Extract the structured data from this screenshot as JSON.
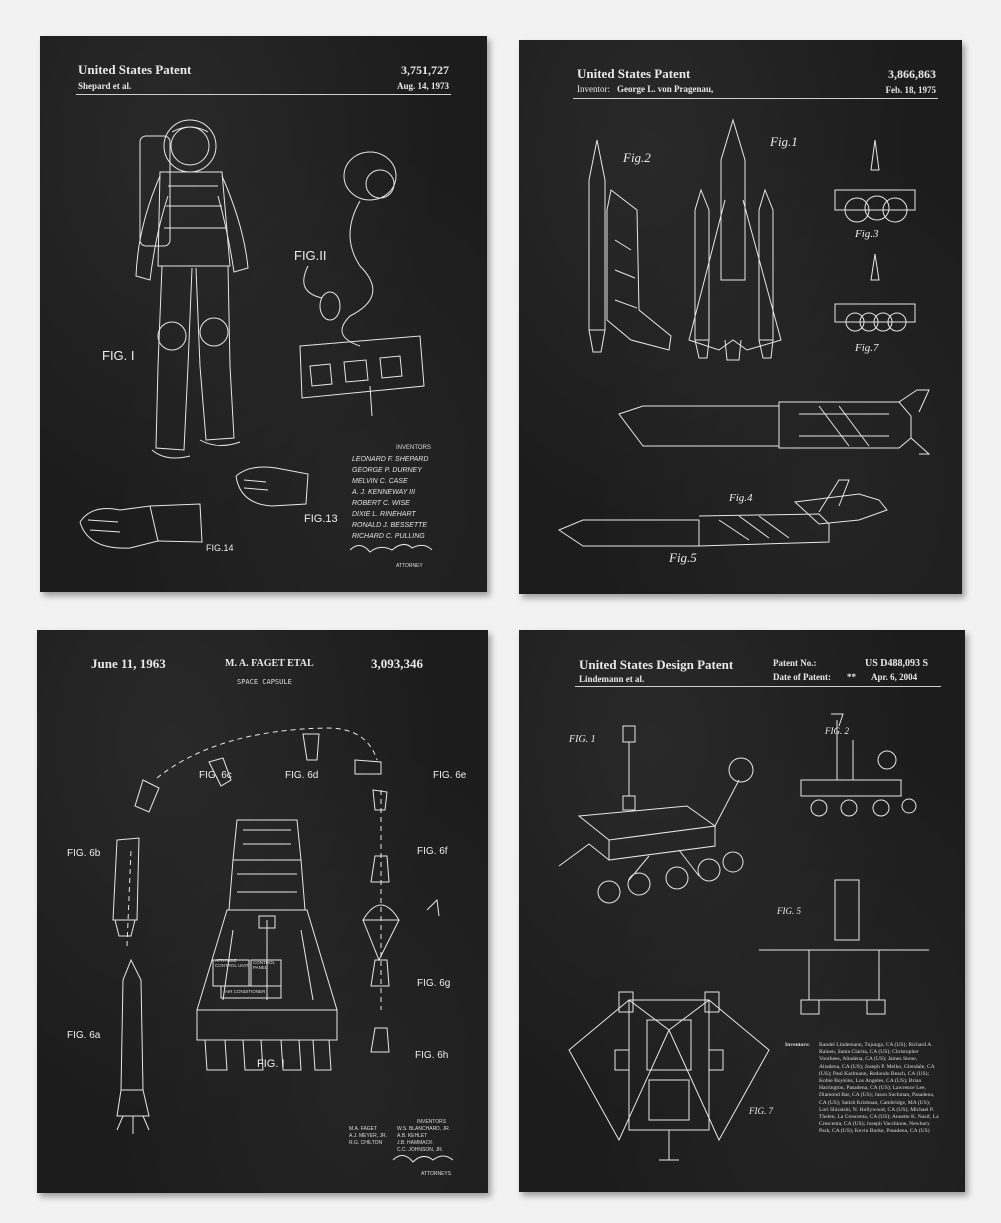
{
  "posters": [
    {
      "header_title": "United States Patent",
      "header_sub": "Shepard et al.",
      "patent_number": "3,751,727",
      "date": "Aug. 14, 1973",
      "figures": [
        "FIG. I",
        "FIG.II",
        "FIG.13",
        "FIG.14"
      ],
      "inventors_heading": "INVENTORS",
      "inventors": [
        "LEONARD F. SHEPARD",
        "GEORGE P. DURNEY",
        "MELVIN C. CASE",
        "A. J. KENNEWAY III",
        "ROBERT C. WISE",
        "DIXIE L. RINEHART",
        "RONALD J. BESSETTE",
        "RICHARD C. PULLING"
      ],
      "attorney_label": "ATTORNEY"
    },
    {
      "header_title": "United States Patent",
      "inventor_label": "Inventor:",
      "inventor_name": "George L. von Pragenau,",
      "patent_number": "3,866,863",
      "date": "Feb. 18, 1975",
      "figures": [
        "Fig.1",
        "Fig.2",
        "Fig.3",
        "Fig.4",
        "Fig.5",
        "Fig.7"
      ]
    },
    {
      "date": "June 11, 1963",
      "title": "M. A. FAGET ETAL",
      "subtitle": "SPACE CAPSULE",
      "patent_number": "3,093,346",
      "figures": [
        "FIG. 6a",
        "FIG. 6b",
        "FIG. 6c",
        "FIG. 6d",
        "FIG. 6e",
        "FIG. 6f",
        "FIG. 6g",
        "FIG. 6h",
        "FIG. I"
      ],
      "panel_labels": [
        "ATTITUDE CONTROL UNIT",
        "CONTROL PANEL",
        "AIR CONDITIONER"
      ],
      "inventors_heading": "INVENTORS",
      "inventors_col1": [
        "M.A. FAGET",
        "A.J. MEYER, JR.",
        "R.G. CHILTON"
      ],
      "inventors_col2": [
        "W.S. BLANCHARD, JR.",
        "A.B. KEHLET",
        "J.B. HAMMACK",
        "C.C. JOHNSON, JR."
      ],
      "attorneys_label": "ATTORNEYS"
    },
    {
      "header_title": "United States Design Patent",
      "header_sub": "Lindemann et al.",
      "patent_no_label": "Patent No.:",
      "patent_number": "US D488,093 S",
      "date_label": "Date of Patent:",
      "date_marker": "**",
      "date": "Apr. 6, 2004",
      "figures": [
        "FIG. 1",
        "FIG. 2",
        "FIG. 5",
        "FIG. 7"
      ],
      "inventors_label": "Inventors:",
      "inventors_text": "Randel Lindemann, Tujunga, CA (US); Richard A. Rainen, Santa Clarita, CA (US); Christopher Voorhees, Altadena, CA (US); James Stone, Altadena, CA (US); Joseph P. Melko, Glendale, CA (US); Paul Karlmann, Redondo Beach, CA (US); Kobie Boykins, Los Angeles, CA (US); Brian Harrington, Pasadena, CA (US); Lawrence Lee, Diamond Bar, CA (US); Jason Suchman, Pasadena, CA (US); Satish Krishnan, Cambridge, MA (US); Lori Shiraishi, N. Hollywood, CA (US); Michael P. Thelen, La Crescenta, CA (US); Annette K. Nasif, La Crescenta, CA (US); Joseph Vacchione, Newbury Park, CA (US); Kevin Burke, Pasadena, CA (US)"
    }
  ]
}
